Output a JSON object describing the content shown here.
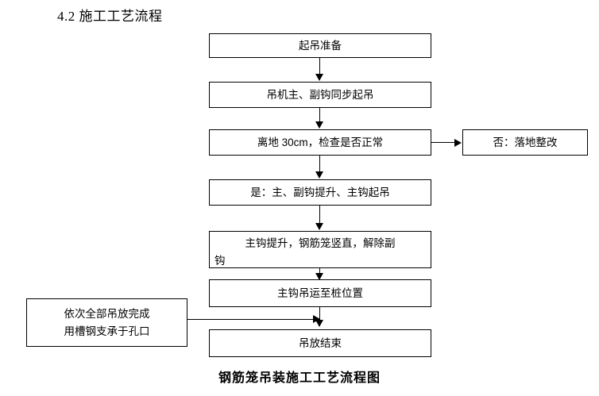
{
  "document": {
    "section_title": "4.2 施工工艺流程",
    "figure_caption": "钢筋笼吊装施工工艺流程图"
  },
  "flowchart": {
    "nodes": [
      {
        "id": "prepare",
        "label": "起吊准备"
      },
      {
        "id": "sync-lift",
        "label": "吊机主、副钩同步起吊"
      },
      {
        "id": "check-30cm",
        "label": "离地 30cm，检查是否正常"
      },
      {
        "id": "rectify",
        "label": "否：落地整改"
      },
      {
        "id": "yes-lift",
        "label": "是：主、副钩提升、主钩起吊"
      },
      {
        "id": "main-hook-up",
        "label_line1": "主钩提升，钢筋笼竖直，解除副",
        "label_line2": "钩"
      },
      {
        "id": "move-to-pile",
        "label": "主钩吊运至桩位置"
      },
      {
        "id": "support-note",
        "label_line1": "依次全部吊放完成",
        "label_line2": "用槽钢支承于孔口"
      },
      {
        "id": "finish",
        "label": "吊放结束"
      }
    ],
    "edges": [
      {
        "from": "prepare",
        "to": "sync-lift",
        "type": "down"
      },
      {
        "from": "sync-lift",
        "to": "check-30cm",
        "type": "down"
      },
      {
        "from": "check-30cm",
        "to": "rectify",
        "type": "right"
      },
      {
        "from": "check-30cm",
        "to": "yes-lift",
        "type": "down"
      },
      {
        "from": "yes-lift",
        "to": "main-hook-up",
        "type": "down"
      },
      {
        "from": "main-hook-up",
        "to": "move-to-pile",
        "type": "down"
      },
      {
        "from": "move-to-pile",
        "to": "finish",
        "type": "down"
      },
      {
        "from": "support-note",
        "to": "finish",
        "type": "right"
      }
    ]
  },
  "colors": {
    "background": "#ffffff",
    "stroke": "#000000",
    "text": "#000000"
  }
}
